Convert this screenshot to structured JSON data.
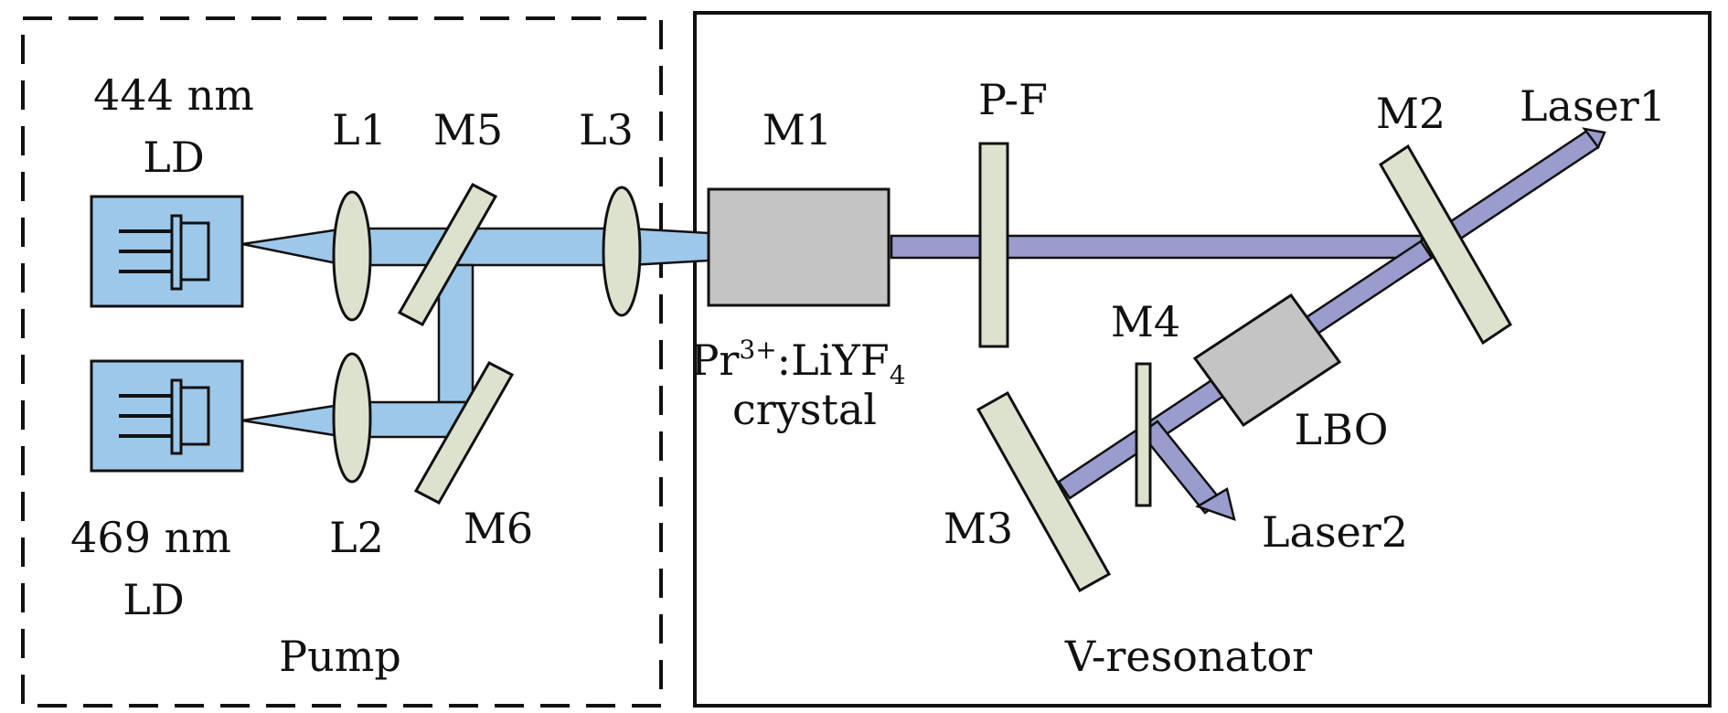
{
  "colors": {
    "pump_beam": "#9ec8ea",
    "laser_beam": "#9a9cce",
    "optic_fill": "#dde2cf",
    "crystal_fill": "#c4c4c4",
    "ld_fill": "#9ec8ea",
    "outline": "#111111"
  },
  "pump_section": {
    "title": "Pump",
    "ld1": {
      "wavelength": "444 nm",
      "type": "LD"
    },
    "ld2": {
      "wavelength": "469 nm",
      "type": "LD"
    },
    "lens1": "L1",
    "lens2": "L2",
    "lens3": "L3",
    "mirror5": "M5",
    "mirror6": "M6"
  },
  "resonator": {
    "title": "V-resonator",
    "mirror1": "M1",
    "crystal_prefix": "Pr",
    "crystal_sup": "3+",
    "crystal_mid": ":LiYF",
    "crystal_sub": "4",
    "crystal_word": "crystal",
    "pf": "P-F",
    "mirror2": "M2",
    "mirror3": "M3",
    "mirror4": "M4",
    "lbo": "LBO",
    "laser1": "Laser1",
    "laser2": "Laser2"
  }
}
